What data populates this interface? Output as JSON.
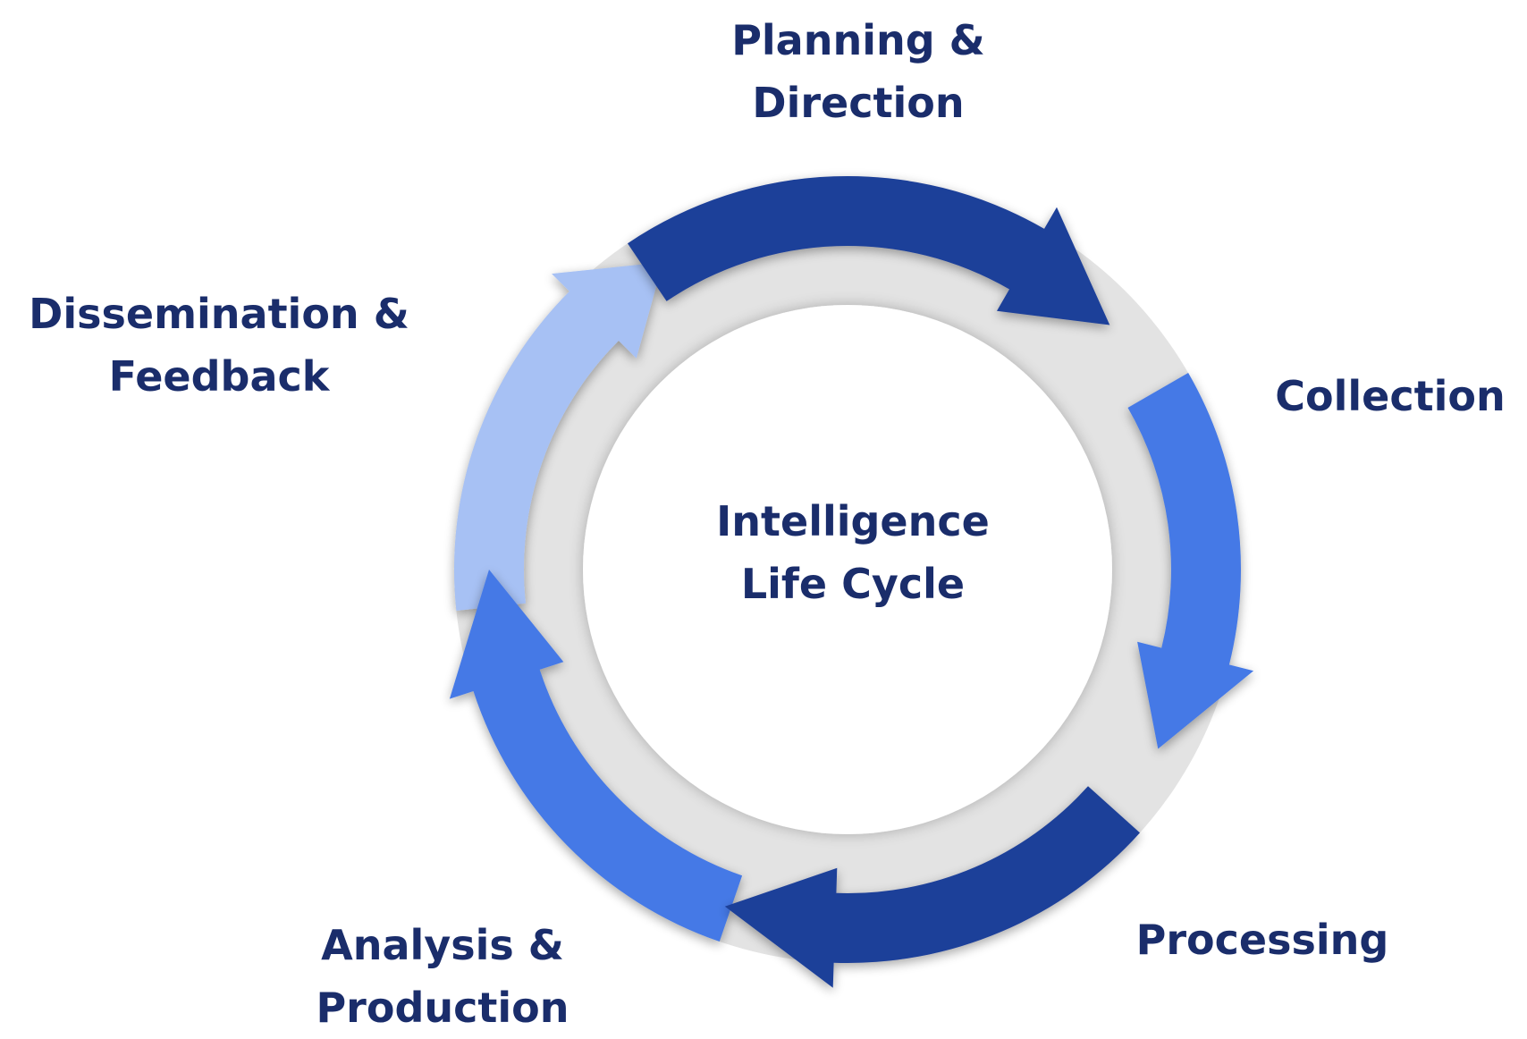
{
  "diagram": {
    "center": {
      "line1": "Intelligence",
      "line2": "Life Cycle"
    },
    "stages": [
      {
        "id": "planning",
        "line1": "Planning &",
        "line2": "Direction",
        "color": "#1f3f99"
      },
      {
        "id": "collection",
        "line1": "Collection",
        "line2": "",
        "color": "#4579e6"
      },
      {
        "id": "processing",
        "line1": "Processing",
        "line2": "",
        "color": "#1f3f99"
      },
      {
        "id": "analysis",
        "line1": "Analysis &",
        "line2": "Production",
        "color": "#4579e6"
      },
      {
        "id": "dissemination",
        "line1": "Dissemination &",
        "line2": "Feedback",
        "color": "#a7c1f4"
      }
    ],
    "colors": {
      "text": "#1a2d6b",
      "ring_background": "#e3e3e3",
      "inner_circle": "#ffffff"
    }
  }
}
